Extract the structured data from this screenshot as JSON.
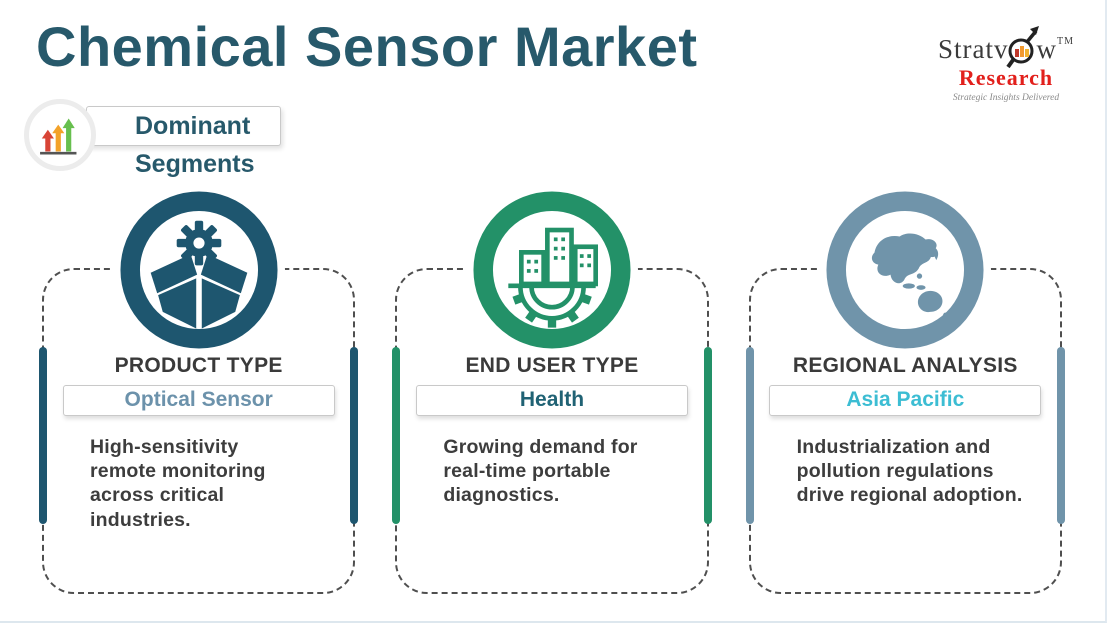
{
  "page": {
    "title": "Chemical Sensor Market",
    "title_color": "#27596b"
  },
  "badge": {
    "label": "Dominant Segments",
    "label_color": "#27596b",
    "icon": "rising-arrows-icon",
    "arrow_colors": [
      "#d84436",
      "#f3a229",
      "#67bf4e"
    ]
  },
  "logo": {
    "name_prefix": "Stratv",
    "name_suffix": "w",
    "trademark": "TM",
    "magnifier_icon": "magnifier-growth-icon",
    "line2": "Research",
    "line2_color": "#e2201c",
    "tagline": "Strategic Insights Delivered"
  },
  "cards": [
    {
      "header": "PRODUCT TYPE",
      "value": "Optical Sensor",
      "value_color": "#6c92ab",
      "theme_color": "#1e566f",
      "icon": "open-box-gear-icon",
      "body": "High-sensitivity\nremote monitoring\nacross critical\nindustries."
    },
    {
      "header": "END USER TYPE",
      "value": "Health",
      "value_color": "#206274",
      "theme_color": "#239168",
      "icon": "buildings-gear-icon",
      "body": "Growing demand for\nreal-time portable\ndiagnostics."
    },
    {
      "header": "REGIONAL ANALYSIS",
      "value": "Asia Pacific",
      "value_color": "#3cbdd3",
      "theme_color": "#7094aa",
      "icon": "asia-pacific-map-icon",
      "body": "Industrialization and\npollution regulations\ndrive regional adoption."
    }
  ]
}
